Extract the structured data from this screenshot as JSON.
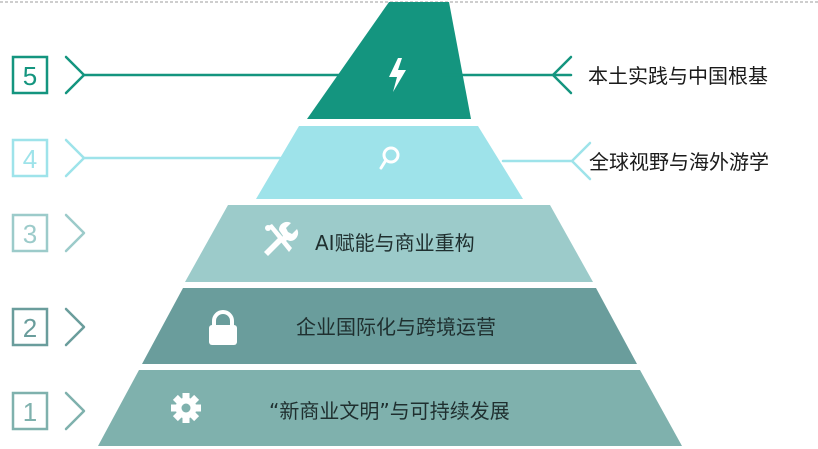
{
  "colors": {
    "level5": "#14957f",
    "level4": "#9ee3ea",
    "level3": "#9ccbca",
    "level2": "#6a9d9c",
    "level1": "#7fb1ad",
    "top_dashed_line": "#9e9e9e"
  },
  "levels": [
    {
      "number": "1",
      "label": "“新商业文明”与可持续发展",
      "icon": "gear-icon"
    },
    {
      "number": "2",
      "label": "企业国际化与跨境运营",
      "icon": "lock-icon"
    },
    {
      "number": "3",
      "label": "AI赋能与商业重构",
      "icon": "tools-icon"
    },
    {
      "number": "4",
      "label": "",
      "icon": "search-icon",
      "side_label": "全球视野与海外游学"
    },
    {
      "number": "5",
      "label": "",
      "icon": "lightning-icon",
      "side_label": "本土实践与中国根基"
    }
  ]
}
